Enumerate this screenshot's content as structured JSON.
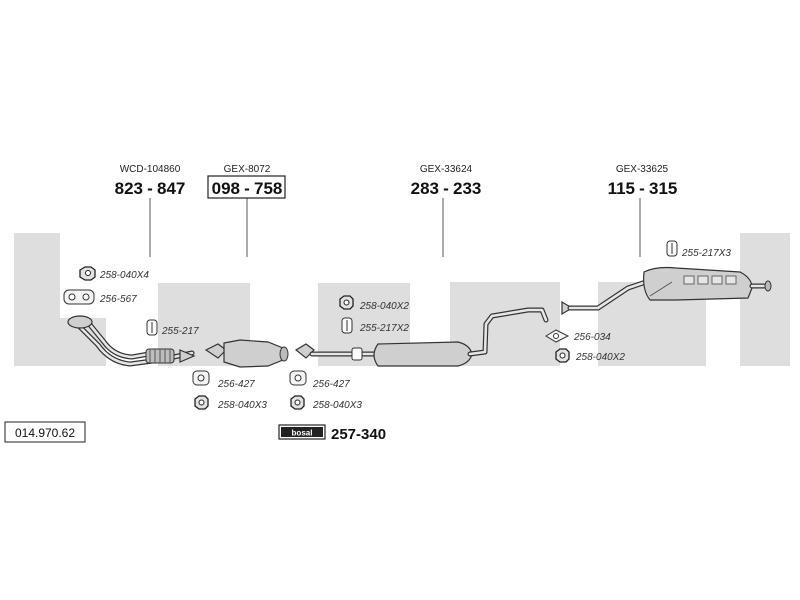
{
  "brand": {
    "name": "bosal",
    "logo_text": "bosal"
  },
  "diagram_ref": "014.970.62",
  "assemblies": [
    {
      "code": "WCD-104860",
      "number_left": "823",
      "number_right": "847",
      "boxed": false
    },
    {
      "code": "GEX-8072",
      "number_left": "098",
      "number_right": "758",
      "boxed": true
    },
    {
      "code": "GEX-33624",
      "number_left": "283",
      "number_right": "233",
      "boxed": false
    },
    {
      "code": "GEX-33625",
      "number_left": "115",
      "number_right": "315",
      "boxed": false
    }
  ],
  "accessories": {
    "front_nut": "258-040X4",
    "front_gasket": "256-567",
    "front_clamp": "255-217",
    "cat_in_gasket": "256-427",
    "cat_in_nut": "258-040X3",
    "cat_out_gasket": "256-427",
    "cat_out_nut": "258-040X3",
    "mid_nut": "258-040X2",
    "mid_clamp": "255-217X2",
    "rear_clamp": "255-217X3",
    "rear_gasket": "256-034",
    "rear_nut": "258-040X2"
  },
  "mounting_kit": {
    "number": "257-340",
    "logo_text": "bosal"
  }
}
